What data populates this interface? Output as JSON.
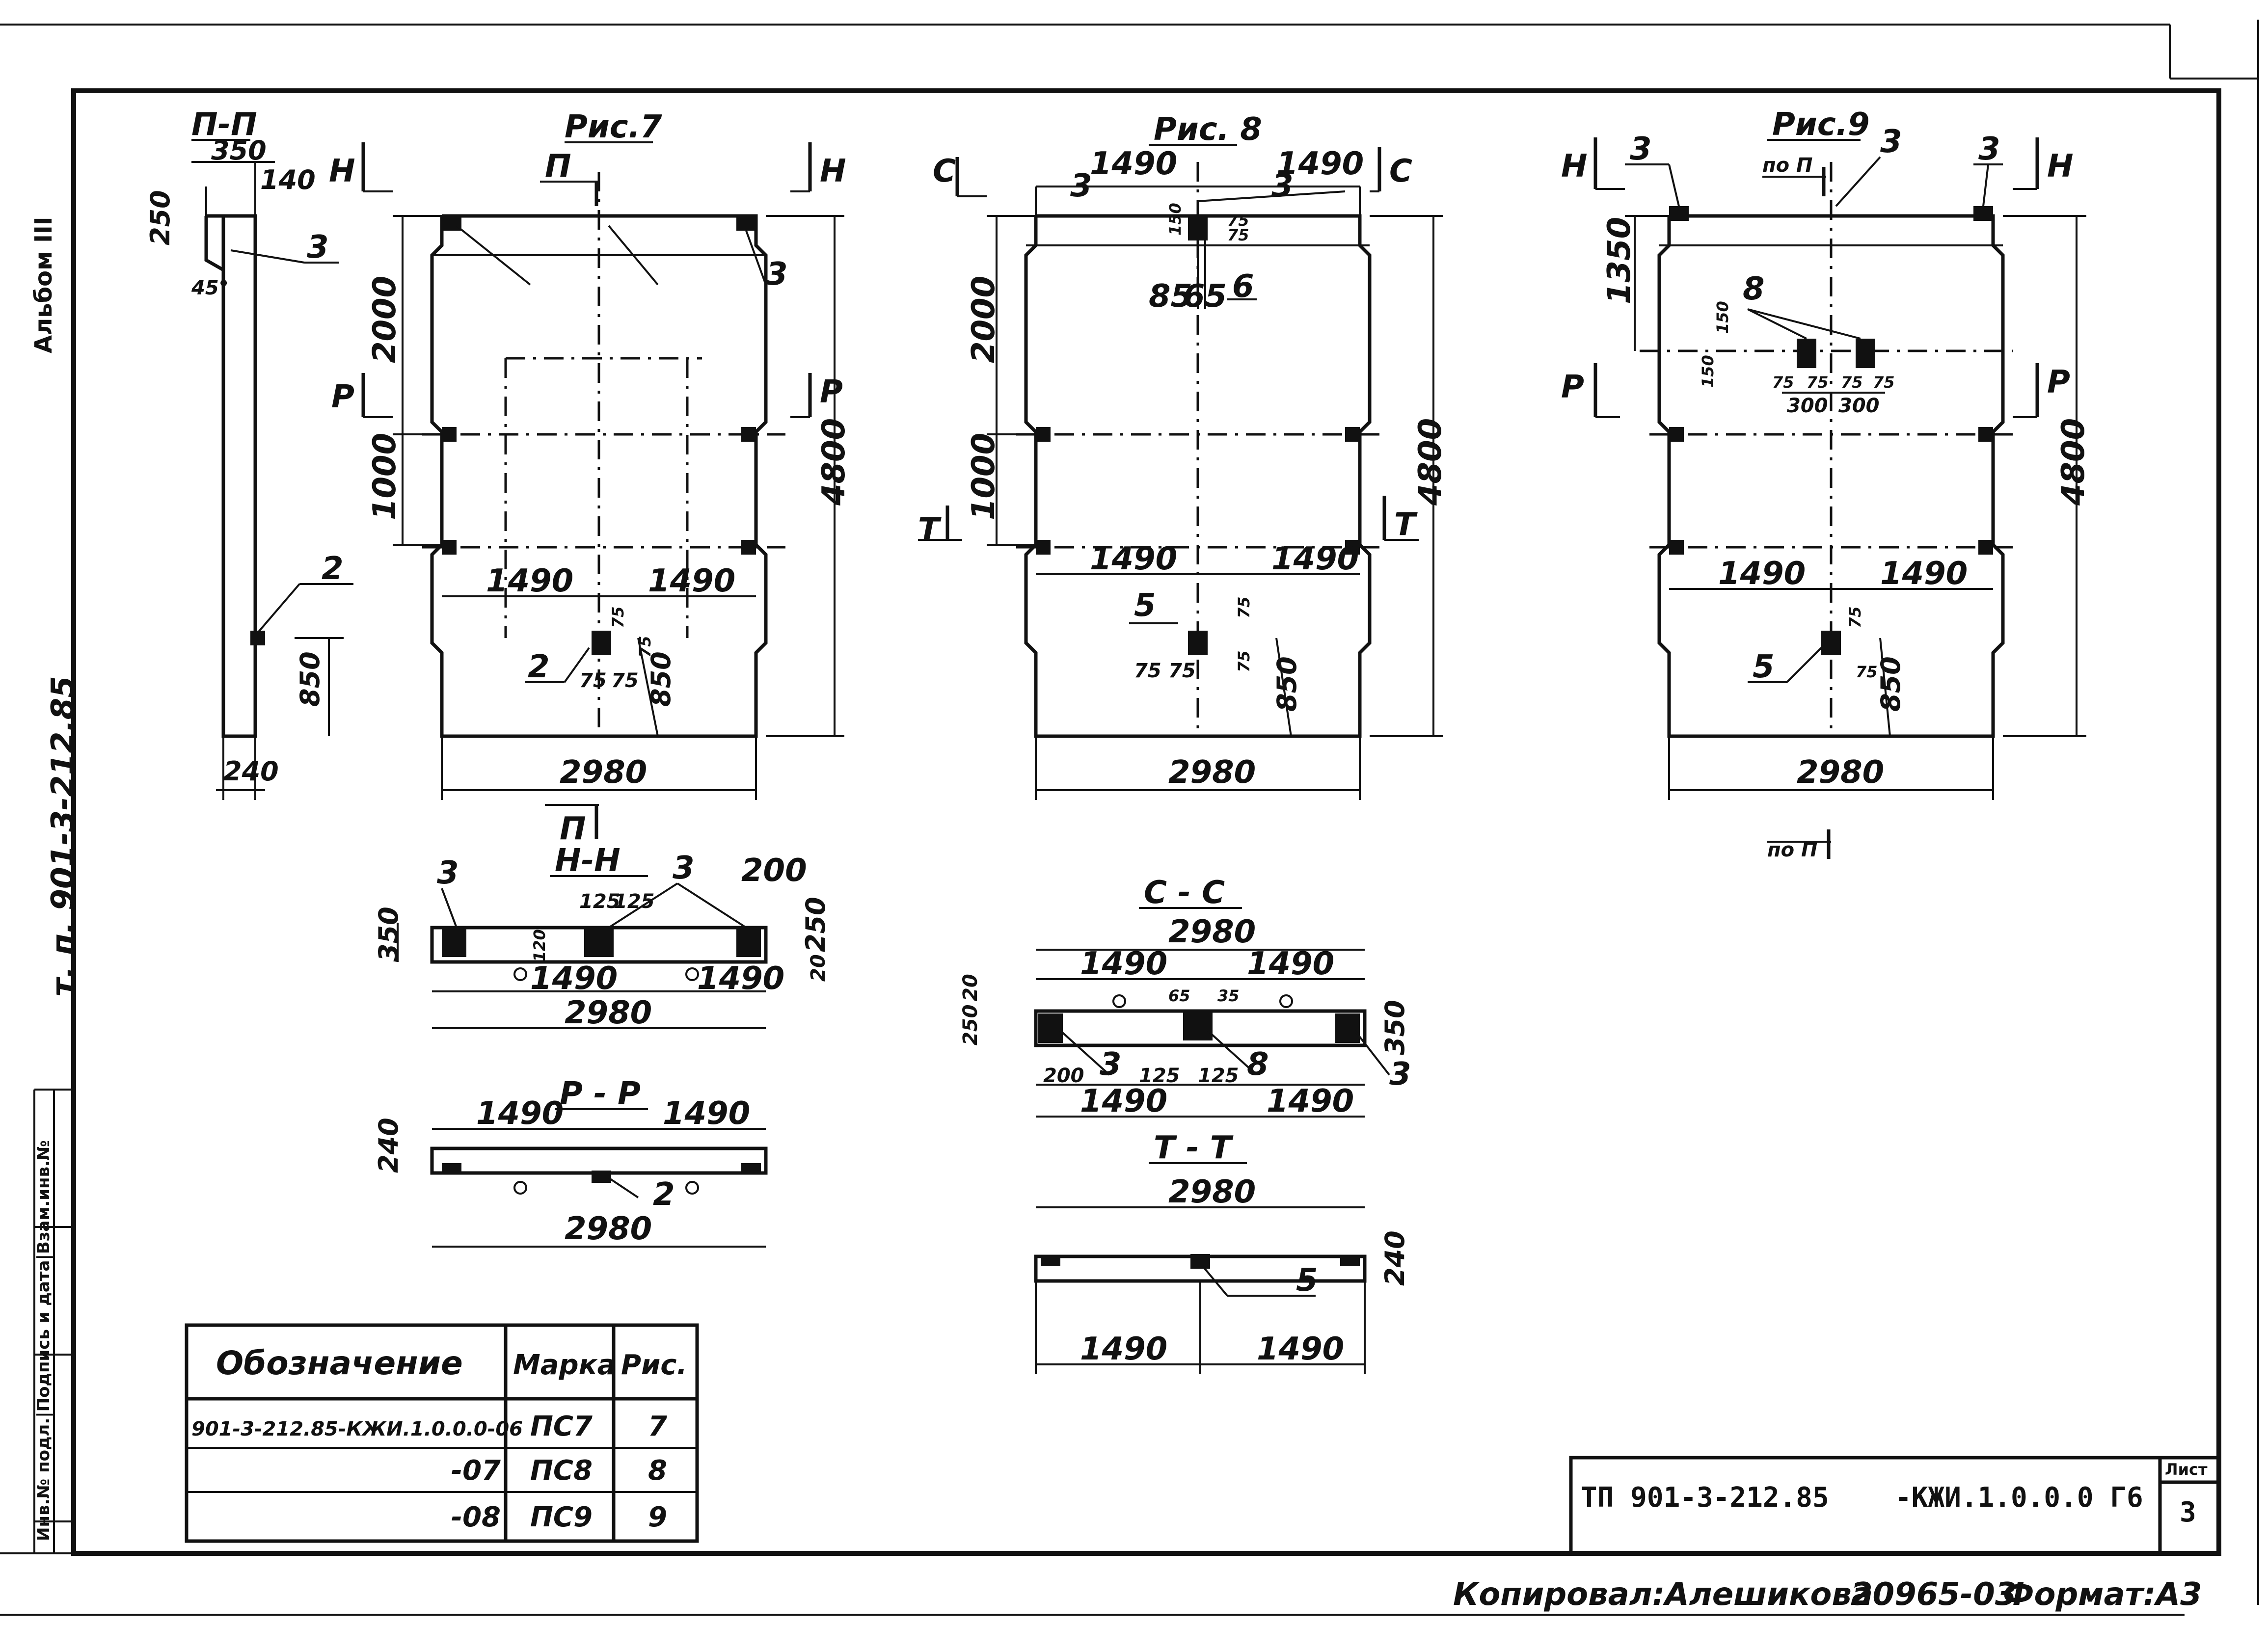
{
  "frame": {
    "album": "Альбом III",
    "project_side": "т. п. 901-3-212.85",
    "side_strip": "Инв.№ подл.|Подпись и дата|Взам.инв.№"
  },
  "figures": {
    "section_p": {
      "title": "П-П",
      "dims": [
        "350",
        "140",
        "250",
        "45°",
        "240",
        "850"
      ],
      "callouts": [
        "3",
        "2"
      ]
    },
    "fig7": {
      "title": "Рис.7",
      "cut_marks": [
        "П",
        "Н",
        "Н",
        "Р",
        "Р",
        "П"
      ],
      "dims": [
        "2000",
        "1000",
        "4800",
        "1490",
        "1490",
        "850",
        "75",
        "75",
        "75",
        "75",
        "2980"
      ],
      "callouts": [
        "3",
        "2"
      ]
    },
    "fig8": {
      "title": "Рис. 8",
      "cut_marks": [
        "С",
        "С",
        "Т",
        "Т"
      ],
      "dims": [
        "1490",
        "1490",
        "150",
        "75",
        "75",
        "85",
        "65",
        "2000",
        "1000",
        "4800",
        "1490",
        "1490",
        "75",
        "75",
        "75",
        "75",
        "850",
        "2980"
      ],
      "callouts": [
        "3",
        "3",
        "6",
        "5"
      ]
    },
    "fig9": {
      "title": "Рис.9",
      "cut_marks": [
        "Н",
        "Н",
        "по П",
        "Р",
        "Р",
        "по П"
      ],
      "dims": [
        "1350",
        "150",
        "150",
        "75",
        "75",
        "75",
        "75",
        "300",
        "300",
        "4800",
        "1490",
        "1490",
        "75",
        "75",
        "850",
        "2980"
      ],
      "callouts": [
        "3",
        "3",
        "3",
        "8",
        "5"
      ]
    },
    "section_h": {
      "title": "Н-Н",
      "dims": [
        "350",
        "125",
        "125",
        "200",
        "250",
        "20",
        "1490",
        "1490",
        "2980",
        "120"
      ],
      "callouts": [
        "3",
        "3"
      ]
    },
    "section_c": {
      "title": "С - С",
      "dims": [
        "2980",
        "1490",
        "1490",
        "250",
        "20",
        "65",
        "35",
        "350",
        "200",
        "125",
        "125",
        "1490",
        "1490"
      ],
      "callouts": [
        "3",
        "8",
        "3"
      ]
    },
    "section_r": {
      "title": "Р - Р",
      "dims": [
        "1490",
        "1490",
        "240",
        "2980"
      ],
      "callouts": [
        "2"
      ]
    },
    "section_t": {
      "title": "Т - Т",
      "dims": [
        "2980",
        "1490",
        "1490",
        "240"
      ],
      "callouts": [
        "5"
      ]
    }
  },
  "spec_table": {
    "headers": [
      "Обозначение",
      "Марка",
      "Рис."
    ],
    "rows": [
      {
        "designation": "901-3-212.85-КЖИ.1.0.0.0-06",
        "mark": "ПС7",
        "fig": "7"
      },
      {
        "designation": "-07",
        "mark": "ПС8",
        "fig": "8"
      },
      {
        "designation": "-08",
        "mark": "ПС9",
        "fig": "9"
      }
    ]
  },
  "title_block": {
    "code": "ТП 901-3-212.85",
    "doc": "-КЖИ.1.0.0.0 Г6",
    "sheet_label": "Лист",
    "sheet_no": "3"
  },
  "footer": {
    "copied_by": "Копировал:Алешикова",
    "number": "20965-03",
    "format": "Формат:А3"
  }
}
